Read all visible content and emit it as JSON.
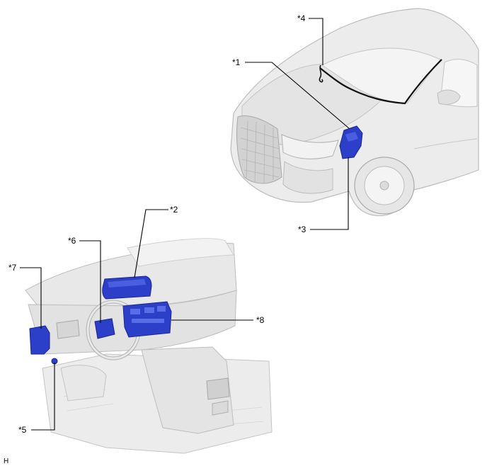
{
  "callouts": [
    {
      "id": "1",
      "label": "*1"
    },
    {
      "id": "2",
      "label": "*2"
    },
    {
      "id": "3",
      "label": "*3"
    },
    {
      "id": "4",
      "label": "*4"
    },
    {
      "id": "5",
      "label": "*5"
    },
    {
      "id": "6",
      "label": "*6"
    },
    {
      "id": "7",
      "label": "*7"
    },
    {
      "id": "8",
      "label": "*8"
    }
  ],
  "figure_code": "H",
  "colors": {
    "vehicle_fill": "#ececec",
    "vehicle_shade": "#d8d8d8",
    "vehicle_outline": "#bdbdbd",
    "component_blue": "#2b3fc8",
    "component_blue_dark": "#1a2690",
    "leader_line": "#000000"
  }
}
